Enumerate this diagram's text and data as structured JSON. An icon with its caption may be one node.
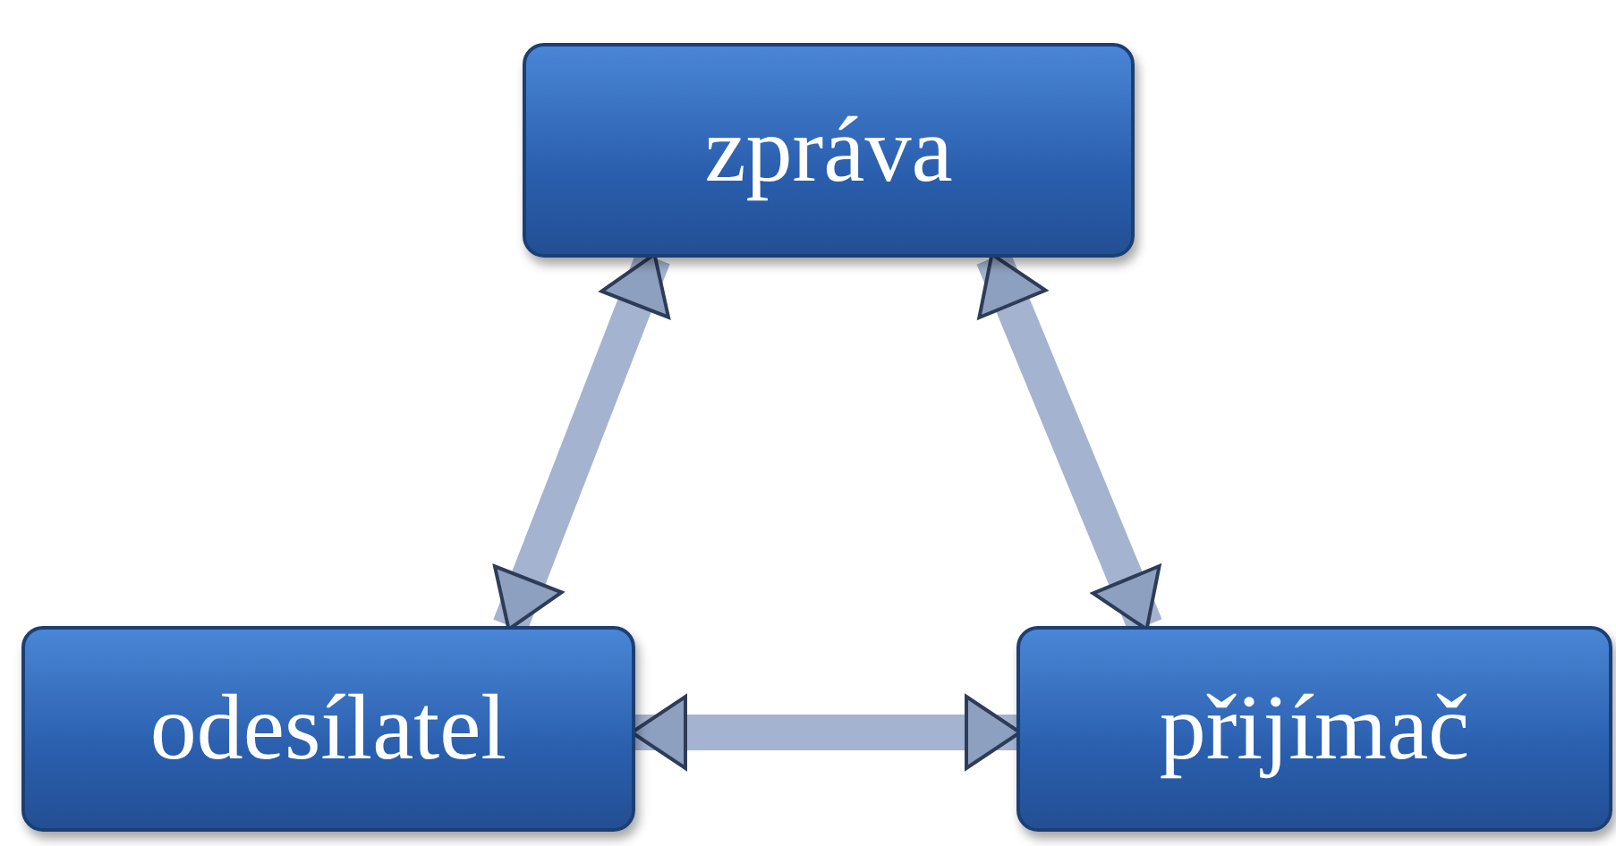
{
  "diagram": {
    "nodes": [
      {
        "text": [
          "zpráva"
        ]
      },
      {
        "text": [
          "odesílatel"
        ]
      },
      {
        "text": [
          "přijímač"
        ]
      }
    ],
    "edges": [
      {
        "from": 1,
        "to": 0,
        "arrow": "both"
      },
      {
        "from": 0,
        "to": 2,
        "arrow": "both"
      },
      {
        "from": 1,
        "to": 2,
        "arrow": "both"
      }
    ]
  }
}
